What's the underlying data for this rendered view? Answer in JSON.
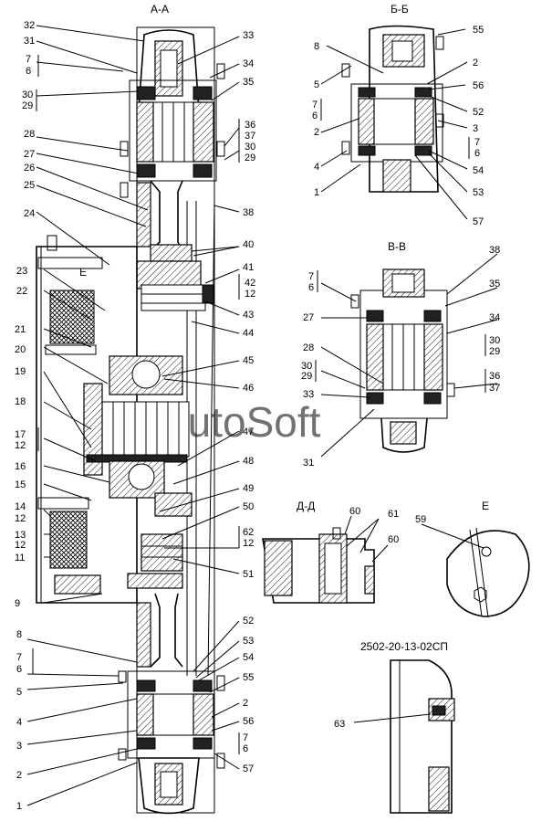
{
  "section_titles": {
    "aa": "А-А",
    "bb": "Б-Б",
    "vv": "В-В",
    "dd": "Д-Д",
    "e": "Е",
    "e_inset": "Е"
  },
  "part_code": "2502-20-13-02СП",
  "watermark": "AutoSoft",
  "callouts_aa_left": [
    "32",
    "31",
    "7",
    "6",
    "30",
    "29",
    "28",
    "27",
    "26",
    "25",
    "24",
    "23",
    "22",
    "21",
    "20",
    "19",
    "18",
    "17",
    "12",
    "16",
    "15",
    "14",
    "12",
    "13",
    "12",
    "11",
    "9",
    "8",
    "7",
    "6",
    "5",
    "4",
    "3",
    "2",
    "1"
  ],
  "callouts_aa_right": [
    "33",
    "34",
    "35",
    "36",
    "37",
    "30",
    "29",
    "38",
    "40",
    "41",
    "42",
    "12",
    "43",
    "44",
    "45",
    "46",
    "47",
    "48",
    "49",
    "50",
    "62",
    "12",
    "51",
    "52",
    "53",
    "54",
    "55",
    "2",
    "56",
    "7",
    "6",
    "57"
  ],
  "callouts_bb": [
    "8",
    "5",
    "7",
    "6",
    "2",
    "4",
    "1",
    "55",
    "2",
    "56",
    "52",
    "3",
    "7",
    "6",
    "54",
    "53",
    "57"
  ],
  "callouts_vv": [
    "7",
    "6",
    "27",
    "28",
    "30",
    "29",
    "33",
    "31",
    "38",
    "35",
    "34",
    "30",
    "29",
    "36",
    "37"
  ],
  "callouts_dd": [
    "60",
    "61",
    "60"
  ],
  "callouts_e": [
    "59"
  ],
  "callouts_sp": [
    "63"
  ]
}
